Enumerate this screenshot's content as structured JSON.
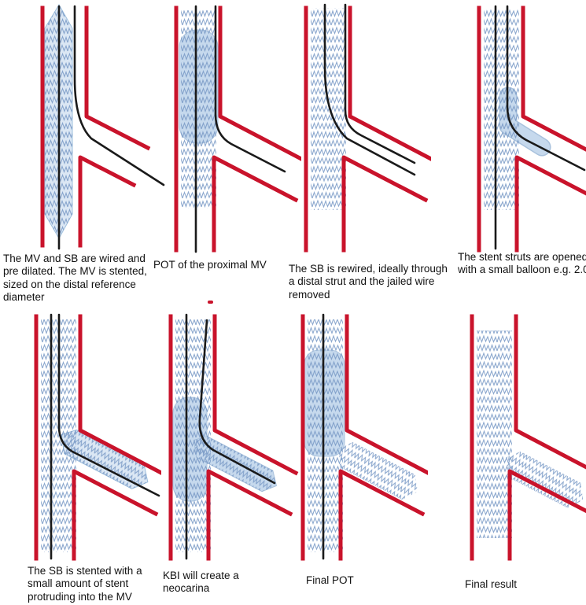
{
  "figure_name": "provisional-bifurcation-stenting-steps",
  "colors": {
    "vessel_red": "#c9132b",
    "wire_black": "#1a1a1a",
    "stent_tint": "#dbe7f4",
    "stent_edge": "#9fc0de",
    "balloon_blue": "#c6d9ed",
    "balloon_edge": "#a9c2dd",
    "strut_blue": "#7899c6",
    "text": "#111111"
  },
  "panels": [
    {
      "id": "panel-1",
      "caption": "The MV and SB are wired and pre dilated.  The MV is stented, sized on the distal reference diameter"
    },
    {
      "id": "panel-2",
      "caption": "POT of the proximal MV"
    },
    {
      "id": "panel-3",
      "caption": "The SB is rewired, ideally through a distal strut and the jailed wire removed"
    },
    {
      "id": "panel-4",
      "caption": "The stent struts are opened with a small balloon e.g. 2.0"
    },
    {
      "id": "panel-5",
      "caption": "The SB is stented with a small amount of stent protruding into the MV"
    },
    {
      "id": "panel-6",
      "caption": "KBI will create a neocarina"
    },
    {
      "id": "panel-7",
      "caption": "Final POT"
    },
    {
      "id": "panel-8",
      "caption": "Final result"
    }
  ]
}
